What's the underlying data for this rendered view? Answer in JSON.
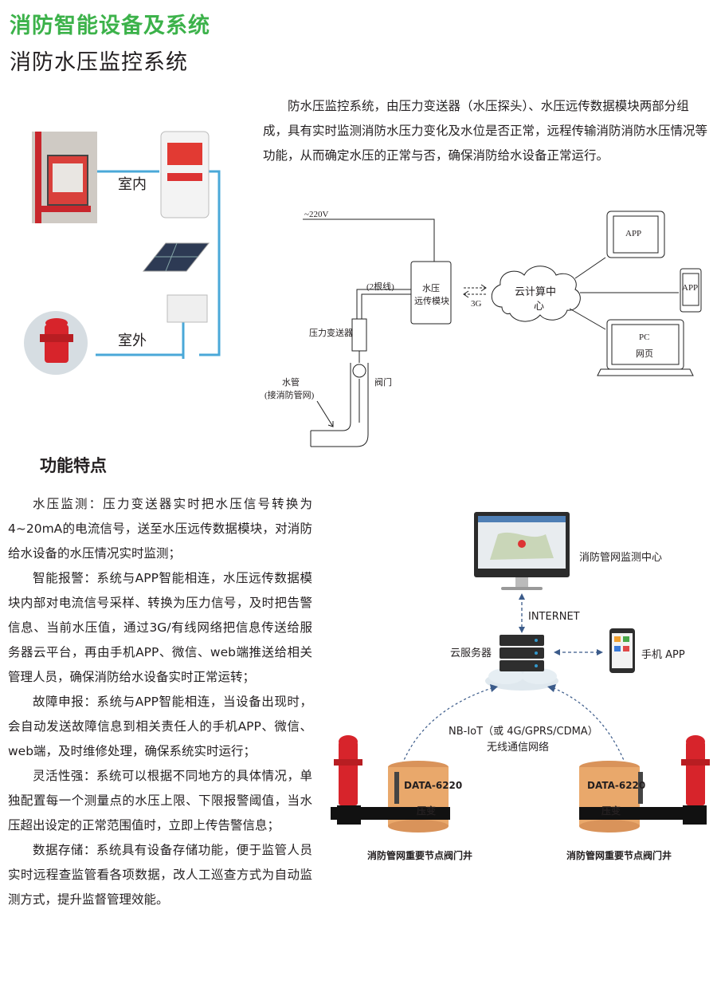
{
  "header": {
    "title": "消防智能设备及系统",
    "subtitle": "消防水压监控系统"
  },
  "intro": {
    "text": "防水压监控系统，由压力变送器（水压探头）、水压远传数据模块两部分组成，具有实时监测消防水压力变化及水位是否正常，远程传输消防消防水压情况等功能，从而确定水压的正常与否，确保消防给水设备正常运行。"
  },
  "install_diagram": {
    "indoor_label": "室内",
    "outdoor_label": "室外"
  },
  "system_diagram": {
    "power_label": "~220V",
    "wire_label": "(2根线)",
    "module_label_line1": "水压",
    "module_label_line2": "远传模块",
    "network_label": "3G",
    "cloud_label_line1": "云计算中",
    "cloud_label_line2": "心",
    "tablet_label": "APP",
    "phone_label": "APP",
    "laptop_label_line1": "PC",
    "laptop_label_line2": "网页",
    "transmitter_label": "压力变送器",
    "valve_label": "阀门",
    "pipe_label_line1": "水管",
    "pipe_label_line2": "(接消防管网)"
  },
  "features": {
    "heading": "功能特点",
    "items": [
      "水压监测：压力变送器实时把水压信号转换为4~20mA的电流信号，送至水压远传数据模块，对消防给水设备的水压情况实时监测；",
      "智能报警：系统与APP智能相连，水压远传数据模块内部对电流信号采样、转换为压力信号，及时把告警信息、当前水压值，通过3G/有线网络把信息传送给服务器云平台，再由手机APP、微信、web端推送给相关管理人员，确保消防给水设备实时正常运转；",
      "故障申报：系统与APP智能相连，当设备出现时，会自动发送故障信息到相关责任人的手机APP、微信、web端，及时维修处理，确保系统实时运行；",
      "灵活性强：系统可以根据不同地方的具体情况，单独配置每一个测量点的水压上限、下限报警阈值，当水压超出设定的正常范围值时，立即上传告警信息；",
      "数据存储：系统具有设备存储功能，便于监管人员实时远程查监管看各项数据，改人工巡查方式为自动监测方式，提升监督管理效能。"
    ]
  },
  "network_diagram": {
    "monitor_center_label": "消防管网监测中心",
    "internet_label": "INTERNET",
    "server_label": "云服务器",
    "app_label": "手机 APP",
    "network_line1": "NB-IoT（或 4G/GPRS/CDMA）",
    "network_line2": "无线通信网络",
    "device_left": "DATA-6220",
    "device_right": "DATA-6220",
    "sensor_left": "压变",
    "sensor_right": "压变",
    "caption_left": "消防管网重要节点阀门井",
    "caption_right": "消防管网重要节点阀门井"
  },
  "colors": {
    "title_green": "#3cb24a",
    "cable_blue": "#4aa8d8",
    "hydrant_red": "#d7242b",
    "well_tan": "#e9a86b"
  }
}
